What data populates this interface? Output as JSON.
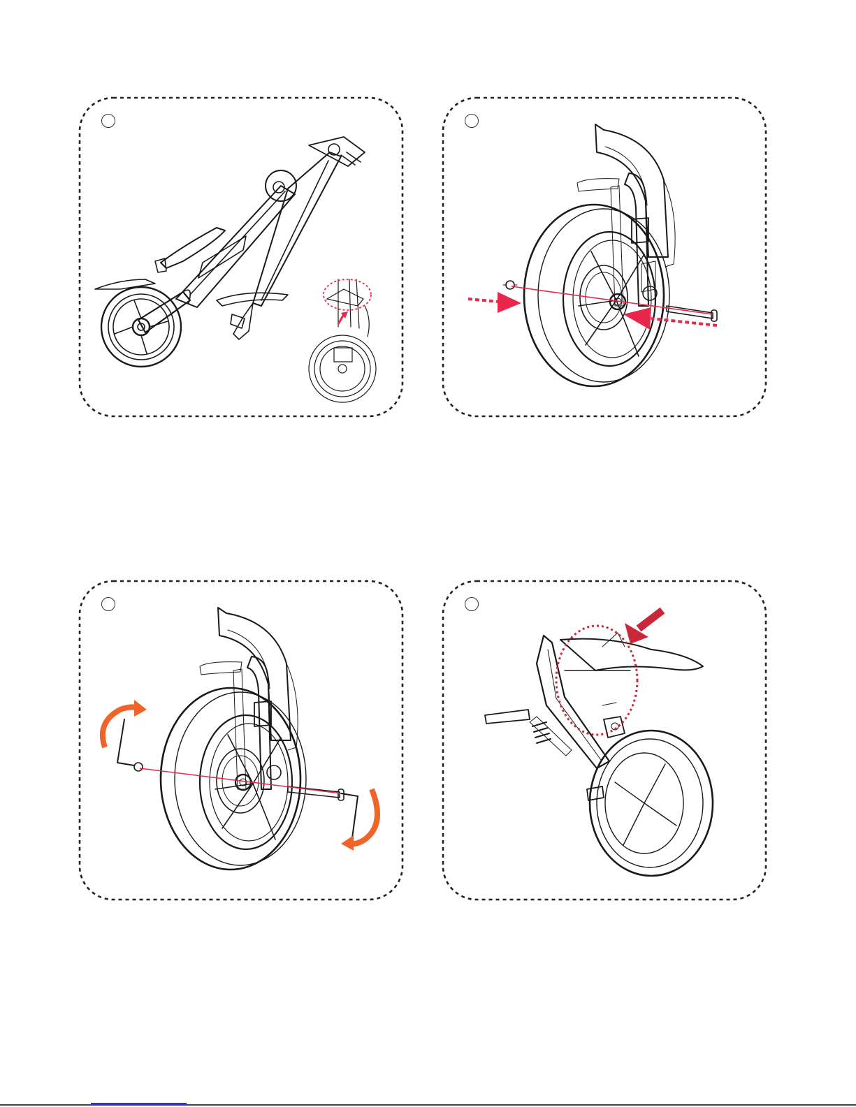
{
  "document": {
    "type": "assembly-instructions",
    "panels": [
      {
        "id": "step-1",
        "illustration": "folded-scooter-with-fork-detail"
      },
      {
        "id": "step-2",
        "illustration": "front-wheel-axle-insertion"
      },
      {
        "id": "step-3",
        "illustration": "axle-tightening-with-hex-keys"
      },
      {
        "id": "step-4",
        "illustration": "rear-wheel-brake-area"
      }
    ],
    "colors": {
      "accent": "#e8284a",
      "arrow_orange": "#f0642a",
      "arrow_dark_red": "#c8283a",
      "dashed_frame": "#222222",
      "line_art": "#1a1a1a"
    }
  }
}
